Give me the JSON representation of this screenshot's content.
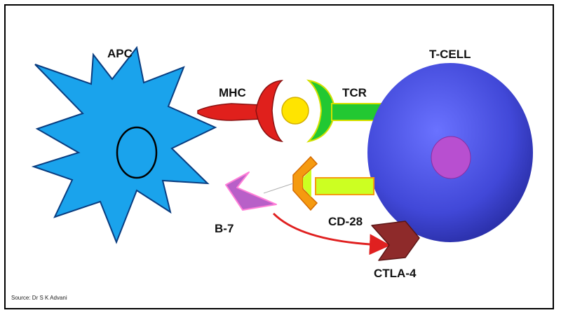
{
  "labels": {
    "apc": "APC",
    "mhc": "MHC",
    "tcr": "TCR",
    "tcell": "T-CELL",
    "b7": "B-7",
    "cd28": "CD-28",
    "ctla4": "CTLA-4"
  },
  "source": "Source: Dr S K Advani",
  "colors": {
    "apc": "#1aa3ec",
    "mhc": "#e0201c",
    "antigen": "#ffe400",
    "tcr": "#22c832",
    "tcell": "#4a52e0",
    "tcell_nucleus": "#b84fd0",
    "b7": "#b860c8",
    "cd28_head": "#f59a10",
    "cd28_body": "#ccff22",
    "ctla4": "#8e2a2a",
    "arrow": "#e02020"
  }
}
